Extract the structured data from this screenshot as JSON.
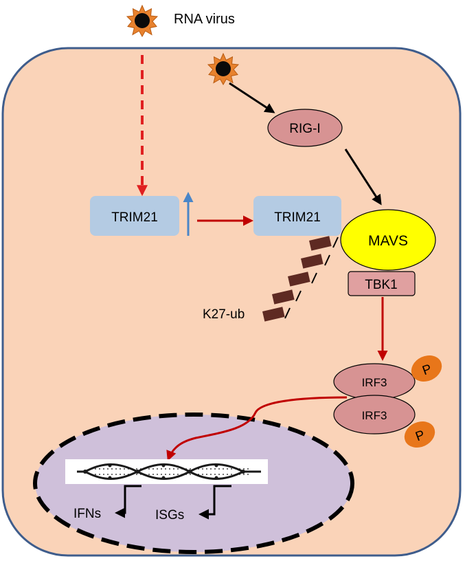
{
  "virus": {
    "label": "RNA virus",
    "icon": "virus-icon"
  },
  "proteins": {
    "rig_i": "RIG-I",
    "trim21_left": "TRIM21",
    "trim21_right": "TRIM21",
    "mavs": "MAVS",
    "tbk1": "TBK1",
    "irf3_top": "IRF3",
    "irf3_bottom": "IRF3",
    "phospho_top": "P",
    "phospho_bottom": "P"
  },
  "ubiquitin": {
    "label": "K27-ub",
    "chain_length": 5
  },
  "nucleus": {
    "outputs": [
      "IFNs",
      "ISGs"
    ]
  },
  "colors": {
    "cell_fill": "#FAD3B8",
    "cell_border": "#3F5D8C",
    "virus_spikes": "#E8822E",
    "virus_core": "#0A0A0A",
    "rig_i_fill": "#D79393",
    "trim21_fill": "#B4CBE3",
    "mavs_fill": "#FFFF00",
    "tbk1_fill": "#E0A0A0",
    "irf3_fill": "#D79393",
    "phospho_fill": "#E8761A",
    "ubiquitin_fill": "#5E2A22",
    "nucleus_fill": "#CFC0DA",
    "activation_arrow": "#C00000",
    "induction_arrow": "#E02020",
    "upregulation_arrow": "#4A86C8",
    "signal_arrow": "#000000"
  }
}
